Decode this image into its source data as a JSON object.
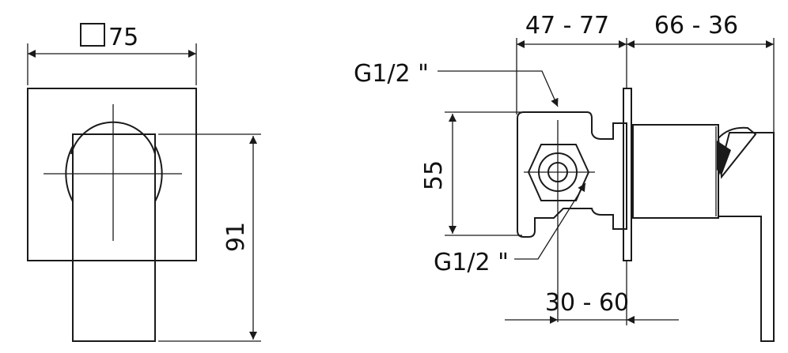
{
  "front_view": {
    "width_label": "75",
    "height_label": "91"
  },
  "side_view": {
    "top_left_label": "47 - 77",
    "top_right_label": "66 - 36",
    "thread_top_label": "G1/2 \"",
    "height_label": "55",
    "thread_bottom_label": "G1/2 \"",
    "bottom_label": "30 - 60"
  }
}
